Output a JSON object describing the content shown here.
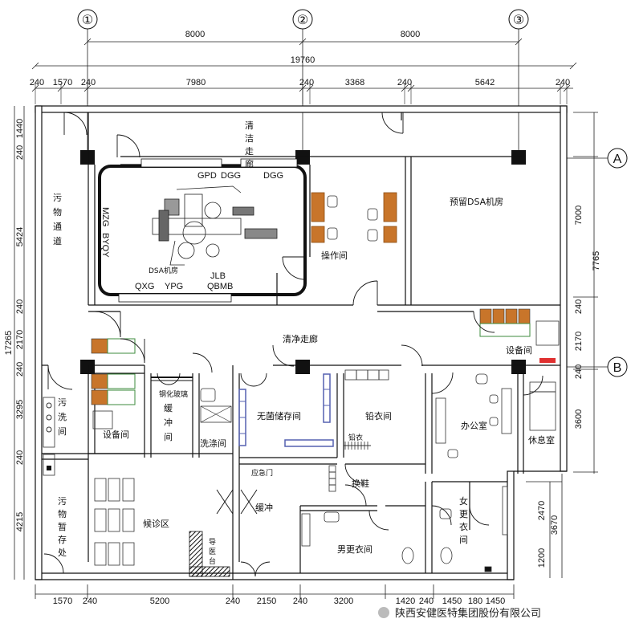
{
  "axes": {
    "col1": "①",
    "col2": "②",
    "col3": "③",
    "rowA": "A",
    "rowB": "B"
  },
  "dims_top": {
    "span12": "8000",
    "span23": "8000",
    "total": "19760",
    "seg": [
      "240",
      "1570",
      "240",
      "7980",
      "240",
      "3368",
      "240",
      "5642",
      "240"
    ]
  },
  "dims_bottom": {
    "seg": [
      "1570",
      "240",
      "5200",
      "240",
      "2150",
      "240",
      "3200",
      "1420",
      "240",
      "1450",
      "180",
      "1450"
    ]
  },
  "dims_left": {
    "seg": [
      "1440",
      "240",
      "5424",
      "240",
      "2170",
      "240",
      "3295",
      "240",
      "4215"
    ],
    "total": "17265"
  },
  "dims_right": {
    "seg": [
      "7000",
      "7765",
      "240",
      "2170",
      "240",
      "3600",
      "2470",
      "3670",
      "1200"
    ]
  },
  "rooms": {
    "clean_corridor_top": "清洁走廊",
    "dirty_passage": "污物通道",
    "dsa_room": "DSA机房",
    "control_room": "操作间",
    "reserved_dsa": "预留DSA机房",
    "clean_corridor": "清净走廊",
    "equipment_room_right": "设备间",
    "equipment_room_left": "设备间",
    "dirty_wash": "污洗间",
    "buffer_left": "缓冲间",
    "wash_room": "洗涤间",
    "sterile_storage": "无菌储存间",
    "lead_coat_room": "铅衣间",
    "lead_coat": "铅衣",
    "office": "办公室",
    "rest_room": "休息室",
    "shoe_change": "换鞋",
    "emergency_door": "应急门",
    "buffer_lower": "缓冲",
    "waiting_area": "候诊区",
    "guide_desk": "导医台",
    "dirty_temp_store": "污物暂存处",
    "male_changing": "男更衣间",
    "female_changing": "女更衣间",
    "steel_glass": "钢化玻璃"
  },
  "equipment": {
    "gpd": "GPD",
    "dgg1": "DGG",
    "dgg2": "DGG",
    "mzg": "MZG",
    "byqy": "BYQY",
    "jlb": "JLB",
    "qxg": "QXG",
    "ypg": "YPG",
    "qbmb": "QBMB"
  },
  "watermark": "陕西安健医特集团股份有限公司",
  "colors": {
    "cabinet_orange": "#c8752a",
    "cabinet_green": "#3d8b3d",
    "shelf_blue": "#5560b0",
    "red_mark": "#e03030"
  }
}
